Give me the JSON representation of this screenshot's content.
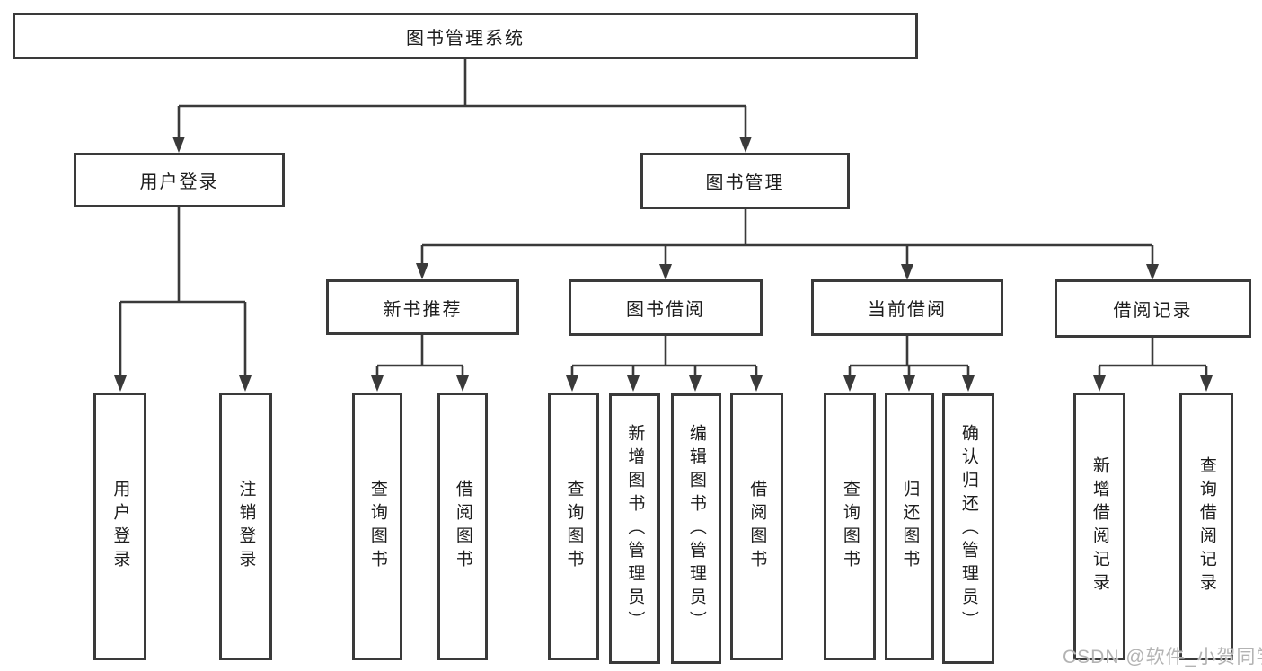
{
  "tree": {
    "label": "图书管理系统",
    "children": [
      {
        "label": "用户登录",
        "children": [
          {
            "label": "用户登录"
          },
          {
            "label": "注销登录"
          }
        ]
      },
      {
        "label": "图书管理",
        "children": [
          {
            "label": "新书推荐",
            "children": [
              {
                "label": "查询图书"
              },
              {
                "label": "借阅图书"
              }
            ]
          },
          {
            "label": "图书借阅",
            "children": [
              {
                "label": "查询图书"
              },
              {
                "label": "新增图书（管理员）"
              },
              {
                "label": "编辑图书（管理员）"
              },
              {
                "label": "借阅图书"
              }
            ]
          },
          {
            "label": "当前借阅",
            "children": [
              {
                "label": "查询图书"
              },
              {
                "label": "归还图书"
              },
              {
                "label": "确认归还（管理员）"
              }
            ]
          },
          {
            "label": "借阅记录",
            "children": [
              {
                "label": "新增借阅记录"
              },
              {
                "label": "查询借阅记录"
              }
            ]
          }
        ]
      }
    ]
  },
  "watermark": "CSDN @软件_小贺同学",
  "colors": {
    "line": "#3a3a3a",
    "box_border": "#3a3a3a",
    "text": "#1d1d1d",
    "watermark": "#b3b3b3",
    "background": "#ffffff"
  }
}
